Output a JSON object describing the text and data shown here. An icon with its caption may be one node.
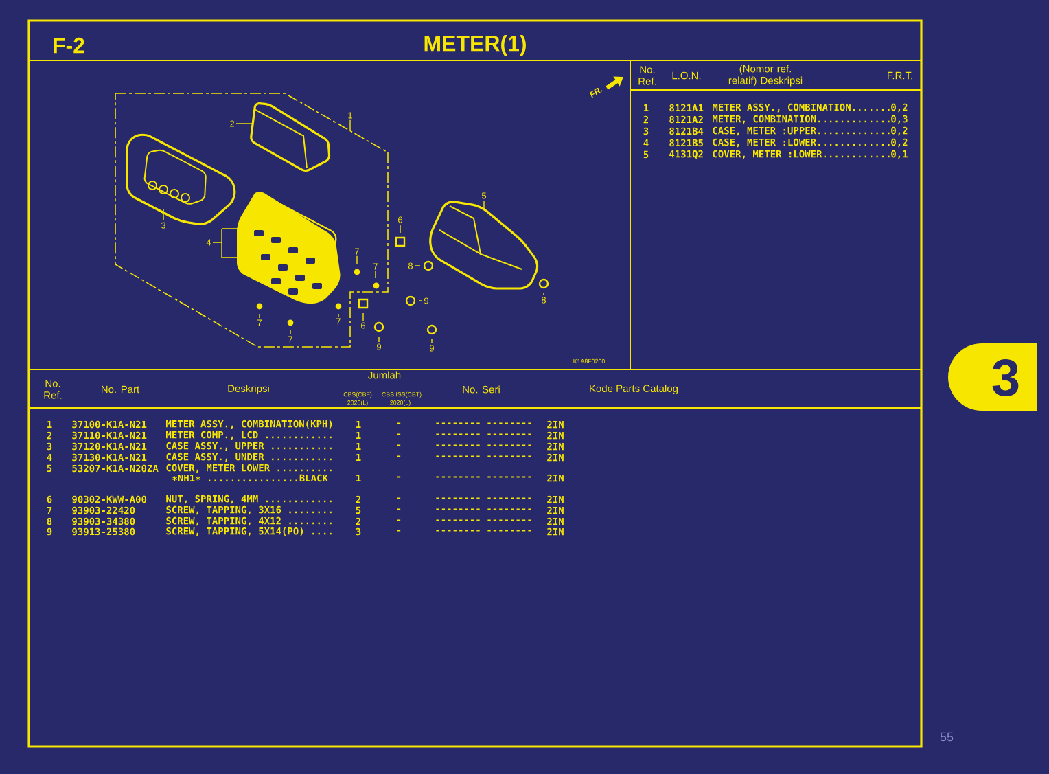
{
  "diagram": {
    "title": "METER(1)",
    "nodes": [
      {
        "text": [
          "1"
        ]
      },
      {
        "text": [
          "2"
        ]
      },
      {
        "text": [
          "3"
        ]
      },
      {
        "text": [
          "4"
        ]
      },
      {
        "text": [
          "5"
        ]
      },
      {
        "text": [
          "6"
        ]
      },
      {
        "text": [
          "7"
        ]
      },
      {
        "text": [
          "7"
        ]
      },
      {
        "text": [
          "8"
        ]
      },
      {
        "text": [
          "6"
        ]
      },
      {
        "text": [
          "9"
        ]
      },
      {
        "text": [
          "8"
        ]
      },
      {
        "text": [
          "7"
        ]
      },
      {
        "text": [
          "7"
        ]
      },
      {
        "text": [
          "7"
        ]
      },
      {
        "text": [
          "9"
        ]
      },
      {
        "text": [
          "9"
        ]
      }
    ],
    "edges": [
      {
        "from": 0,
        "to": null,
        "arrow": "none"
      },
      {
        "from": 1,
        "to": null,
        "arrow": "none"
      },
      {
        "from": 2,
        "to": null,
        "arrow": "none"
      },
      {
        "from": 3,
        "to": null,
        "arrow": "none"
      },
      {
        "from": 4,
        "to": null,
        "arrow": "none"
      },
      {
        "from": 5,
        "to": null,
        "arrow": "none"
      },
      {
        "from": 6,
        "to": null,
        "arrow": "none"
      },
      {
        "from": 7,
        "to": null,
        "arrow": "none"
      },
      {
        "from": 8,
        "to": null,
        "arrow": "none"
      },
      {
        "from": 9,
        "to": null,
        "arrow": "none"
      },
      {
        "from": 10,
        "to": null,
        "arrow": "none"
      },
      {
        "from": 11,
        "to": null,
        "arrow": "none"
      },
      {
        "from": 12,
        "to": null,
        "arrow": "none"
      },
      {
        "from": 13,
        "to": null,
        "arrow": "none"
      },
      {
        "from": 14,
        "to": null,
        "arrow": "none"
      },
      {
        "from": 15,
        "to": null,
        "arrow": "none"
      },
      {
        "from": 16,
        "to": null,
        "arrow": "none"
      }
    ],
    "labels": [
      "F-2",
      "No. Ref.",
      "L.O.N.",
      "(Nomor ref. relatif) Deskripsi",
      "F.R.T.",
      "1",
      "8121A1",
      "METER ASSY., COMBINATION.......",
      "0,2",
      "2",
      "8121A2",
      "METER, COMBINATION.............",
      "0,3",
      "3",
      "8121B4",
      "CASE, METER :UPPER.............",
      "0,2",
      "4",
      "8121B5",
      "CASE, METER :LOWER.............",
      "0,2",
      "5",
      "4131Q2",
      "COVER, METER :LOWER............",
      "0,1",
      "FR.",
      "K1A8F0200",
      "No. Ref.",
      "No. Part",
      "Deskripsi",
      "Jumlah",
      "CBS(CBF)",
      "CBS ISS(CBT)",
      "2020(L)",
      "2020(L)",
      "No. Seri",
      "Kode Parts Catalog",
      "1",
      "37100-K1A-N21",
      "METER ASSY., COMBINATION(KPH)",
      "1",
      "-",
      "--------",
      "--------",
      "2IN",
      "2",
      "37110-K1A-N21",
      "METER COMP., LCD ............",
      "1",
      "-",
      "--------",
      "--------",
      "2IN",
      "3",
      "37120-K1A-N21",
      "CASE ASSY., UPPER ...........",
      "1",
      "-",
      "--------",
      "--------",
      "2IN",
      "4",
      "37130-K1A-N21",
      "CASE ASSY., UNDER ...........",
      "1",
      "-",
      "--------",
      "--------",
      "2IN",
      "5",
      "53207-K1A-N20ZA",
      "COVER, METER LOWER ..........",
      "∗NH1∗ ................BLACK",
      "1",
      "-",
      "--------",
      "--------",
      "2IN",
      "6",
      "90302-KWW-A00",
      "NUT, SPRING, 4MM ............",
      "2",
      "-",
      "--------",
      "--------",
      "2IN",
      "7",
      "93903-22420",
      "SCREW, TAPPING, 3X16 ........",
      "5",
      "-",
      "--------",
      "--------",
      "2IN",
      "8",
      "93903-34380",
      "SCREW, TAPPING, 4X12 ........",
      "2",
      "-",
      "--------",
      "--------",
      "2IN",
      "9",
      "93913-25380",
      "SCREW, TAPPING, 5X14(PO) ....",
      "3",
      "-",
      "--------",
      "--------",
      "2IN",
      "3",
      "55"
    ]
  }
}
